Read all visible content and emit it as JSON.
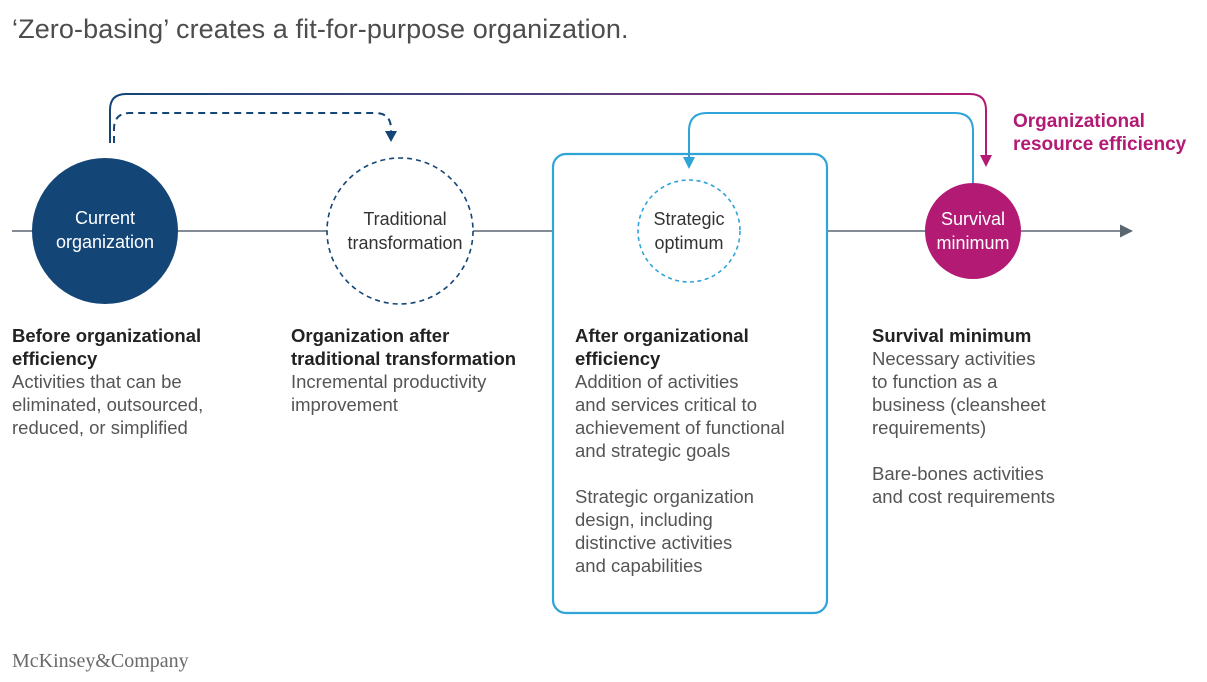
{
  "title": "‘Zero-basing’ creates a fit-for-purpose organization.",
  "colors": {
    "navy": "#134577",
    "light_blue": "#2fa4d9",
    "magenta": "#b21a74",
    "axis": "#5a6770"
  },
  "nodes": [
    {
      "label": "Current\norganization",
      "style": "filled navy circle"
    },
    {
      "label": "Traditional\ntransformation",
      "style": "dashed navy circle"
    },
    {
      "label": "Strategic\noptimum",
      "style": "dashed light-blue circle"
    },
    {
      "label": "Survival\nminimum",
      "style": "filled magenta circle"
    }
  ],
  "annotation": "Organizational\nresource efficiency",
  "descriptions": [
    {
      "heading": "Before organizational\nefficiency",
      "paragraphs": [
        "Activities that can be\neliminated, outsourced,\nreduced, or simplified"
      ]
    },
    {
      "heading": "Organization after\ntraditional transformation",
      "paragraphs": [
        "Incremental productivity\nimprovement"
      ]
    },
    {
      "heading": "After organizational\nefficiency",
      "paragraphs": [
        "Addition of activities\nand services critical to\nachievement of functional\nand strategic goals",
        "Strategic organization\ndesign, including\ndistinctive activities\nand capabilities"
      ]
    },
    {
      "heading": "Survival minimum",
      "paragraphs": [
        "Necessary activities\nto function as a\nbusiness (cleansheet\nrequirements)",
        "Bare-bones activities\nand cost requirements"
      ]
    }
  ],
  "logo": "McKinsey&Company"
}
